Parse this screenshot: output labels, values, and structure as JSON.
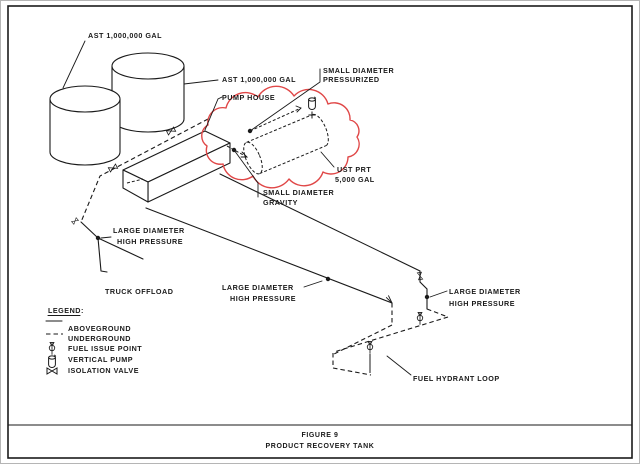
{
  "diagram": {
    "labels": {
      "ast": "AST 1,000,000 GAL",
      "pump_house": "PUMP HOUSE",
      "small_diameter": "SMALL DIAMETER",
      "pressurized": "PRESSURIZED",
      "gravity": "GRAVITY",
      "ust_prt_line1": "UST PRT",
      "ust_prt_line2": "5,000 GAL",
      "large_diameter": "LARGE DIAMETER",
      "high_pressure": "HIGH PRESSURE",
      "truck_offload": "TRUCK OFFLOAD",
      "fuel_hydrant_loop": "FUEL HYDRANT LOOP"
    },
    "legend": {
      "title": "LEGEND:",
      "items": [
        {
          "symbol": "solid-line",
          "label": "ABOVEGROUND"
        },
        {
          "symbol": "dashed-line",
          "label": "UNDERGROUND"
        },
        {
          "symbol": "fuel-issue-point",
          "label": "FUEL ISSUE POINT"
        },
        {
          "symbol": "vertical-pump",
          "label": "VERTICAL PUMP"
        },
        {
          "symbol": "isolation-valve",
          "label": "ISOLATION VALVE"
        }
      ]
    },
    "title_block": {
      "figure": "FIGURE 9",
      "title": "PRODUCT RECOVERY TANK"
    },
    "colors": {
      "line": "#1a1a1a",
      "highlight_cloud": "#e04747",
      "background": "#ffffff"
    }
  }
}
